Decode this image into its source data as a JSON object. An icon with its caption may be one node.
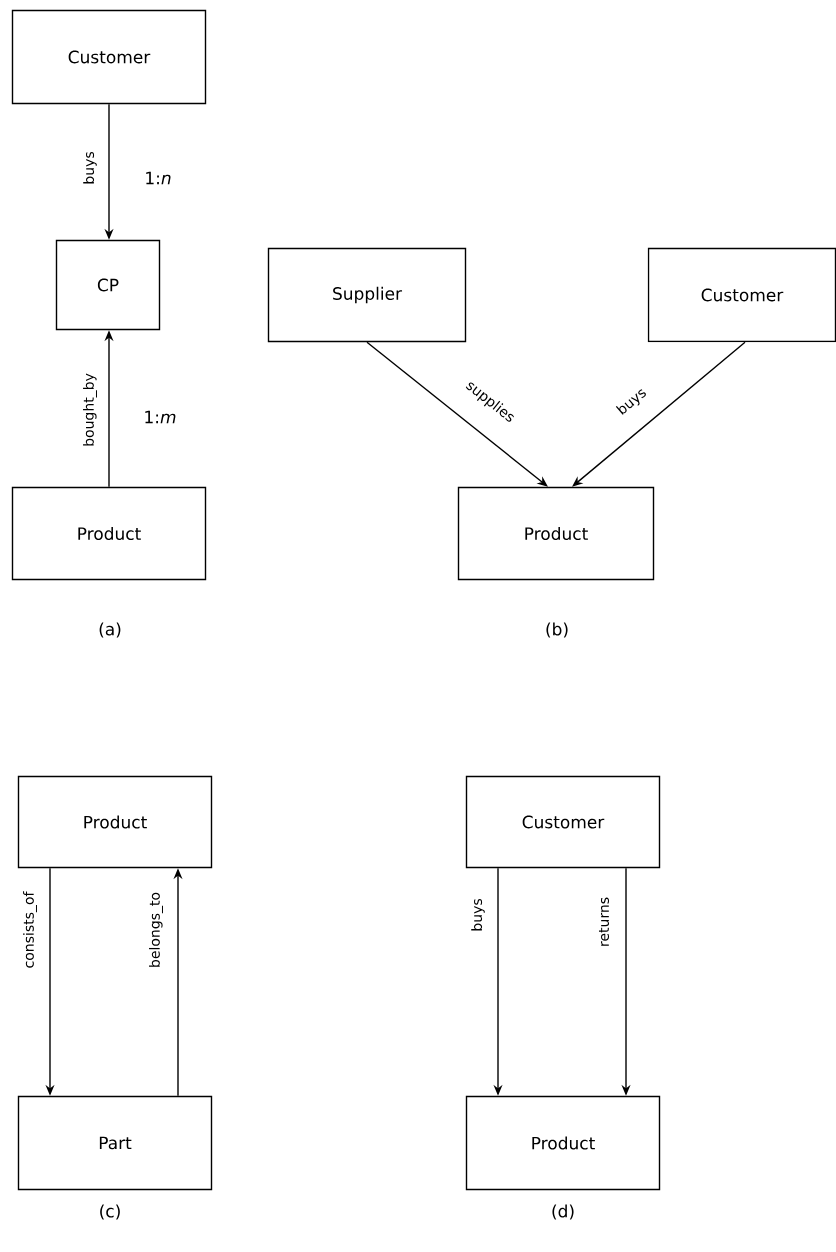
{
  "diagram": {
    "nodes": [
      {
        "text": [
          "Customer"
        ]
      },
      {
        "text": [
          "CP"
        ]
      },
      {
        "text": [
          "Product"
        ]
      },
      {
        "text": [
          "Supplier"
        ]
      },
      {
        "text": [
          "Customer"
        ]
      },
      {
        "text": [
          "Product"
        ]
      },
      {
        "text": [
          "Product"
        ]
      },
      {
        "text": [
          "Part"
        ]
      },
      {
        "text": [
          "Customer"
        ]
      },
      {
        "text": [
          "Product"
        ]
      }
    ],
    "edges": [
      {
        "from": 0,
        "to": 1,
        "arrow": "to",
        "label": "buys"
      },
      {
        "from": 2,
        "to": 1,
        "arrow": "to",
        "label": "bought_by"
      },
      {
        "from": 3,
        "to": 5,
        "arrow": "to",
        "label": "supplies"
      },
      {
        "from": 4,
        "to": 5,
        "arrow": "to",
        "label": "buys"
      },
      {
        "from": 6,
        "to": 7,
        "arrow": "to",
        "label": "consists_of"
      },
      {
        "from": 7,
        "to": 6,
        "arrow": "to",
        "label": "belongs_to"
      },
      {
        "from": 8,
        "to": 9,
        "arrow": "to",
        "label": "buys"
      },
      {
        "from": 8,
        "to": 9,
        "arrow": "to",
        "label": "returns"
      }
    ],
    "labels": [
      "1:*n*",
      "1:*m*",
      "(a)",
      "(b)",
      "(c)",
      "(d)"
    ]
  }
}
